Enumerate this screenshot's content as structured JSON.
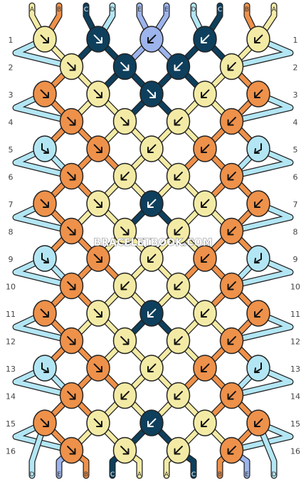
{
  "watermark": "BRACELETBOOK.COM",
  "rows": [
    "1",
    "2",
    "3",
    "4",
    "5",
    "6",
    "7",
    "8",
    "9",
    "10",
    "11",
    "12",
    "13",
    "14",
    "15",
    "16"
  ],
  "colors": {
    "A": "#F3EBA5",
    "B": "#EE914A",
    "C": "#0E3F5C",
    "D": "#B3E6F4",
    "E": "#9DB4EC"
  },
  "top_strands": [
    "A",
    "B",
    "C",
    "D",
    "E",
    "E",
    "D",
    "C",
    "B",
    "A"
  ],
  "bottom_strands": [
    "D",
    "E",
    "B",
    "C",
    "A",
    "A",
    "C",
    "B",
    "E",
    "D"
  ],
  "knot_rows": [
    [
      "A",
      "C",
      "E",
      "C",
      "A"
    ],
    [
      "A",
      "C",
      "C",
      "A"
    ],
    [
      "B",
      "A",
      "C",
      "A",
      "B"
    ],
    [
      "B",
      "A",
      "A",
      "B"
    ],
    [
      "D",
      "B",
      "A",
      "B",
      "D"
    ],
    [
      "B",
      "A",
      "A",
      "B"
    ],
    [
      "B",
      "A",
      "C",
      "A",
      "B"
    ],
    [
      "B",
      "A",
      "A",
      "B"
    ],
    [
      "D",
      "B",
      "A",
      "B",
      "D"
    ],
    [
      "B",
      "A",
      "A",
      "B"
    ],
    [
      "B",
      "A",
      "C",
      "A",
      "B"
    ],
    [
      "B",
      "A",
      "A",
      "B"
    ],
    [
      "D",
      "B",
      "A",
      "B",
      "D"
    ],
    [
      "B",
      "A",
      "A",
      "B"
    ],
    [
      "B",
      "A",
      "C",
      "A",
      "B"
    ],
    [
      "B",
      "A",
      "A",
      "B"
    ]
  ],
  "knot_arrows": [
    [
      "se",
      "se",
      "sw",
      "sw",
      "sw"
    ],
    [
      "se",
      "se",
      "sw",
      "sw"
    ],
    [
      "se",
      "se",
      "se",
      "sw",
      "sw"
    ],
    [
      "se",
      "se",
      "sw",
      "sw"
    ],
    [
      "rse",
      "se",
      "sw",
      "sw",
      "lsw"
    ],
    [
      "se",
      "sw",
      "sw",
      "sw"
    ],
    [
      "se",
      "se",
      "sw",
      "sw",
      "sw"
    ],
    [
      "se",
      "se",
      "sw",
      "sw"
    ],
    [
      "rse",
      "se",
      "sw",
      "sw",
      "lsw"
    ],
    [
      "se",
      "sw",
      "sw",
      "sw"
    ],
    [
      "se",
      "se",
      "sw",
      "sw",
      "sw"
    ],
    [
      "se",
      "se",
      "sw",
      "sw"
    ],
    [
      "rse",
      "se",
      "sw",
      "sw",
      "lsw"
    ],
    [
      "se",
      "sw",
      "sw",
      "sw"
    ],
    [
      "se",
      "se",
      "sw",
      "sw",
      "sw"
    ],
    [
      "se",
      "se",
      "sw",
      "sw"
    ]
  ]
}
